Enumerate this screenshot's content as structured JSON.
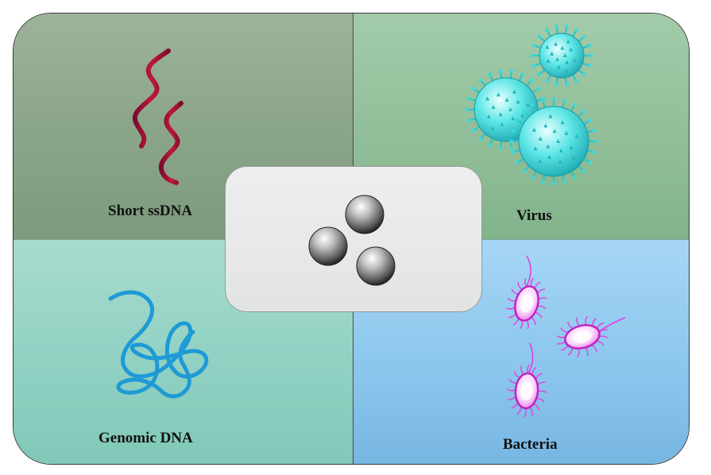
{
  "panels": {
    "top_left": {
      "label": "Short ssDNA",
      "icon": "ssdna-strand-icon",
      "color": "#a3123a"
    },
    "top_right": {
      "label": "Virus",
      "icon": "virus-particles-icon",
      "color": "#33d6d6"
    },
    "bottom_left": {
      "label": "Genomic DNA",
      "icon": "genomic-dna-coil-icon",
      "color": "#1e9ad6"
    },
    "bottom_right": {
      "label": "Bacteria",
      "icon": "bacteria-cells-icon",
      "color": "#e040e0"
    }
  },
  "center": {
    "icon": "magnetic-beads-icon",
    "bead_count": 3,
    "color": "#444444"
  }
}
